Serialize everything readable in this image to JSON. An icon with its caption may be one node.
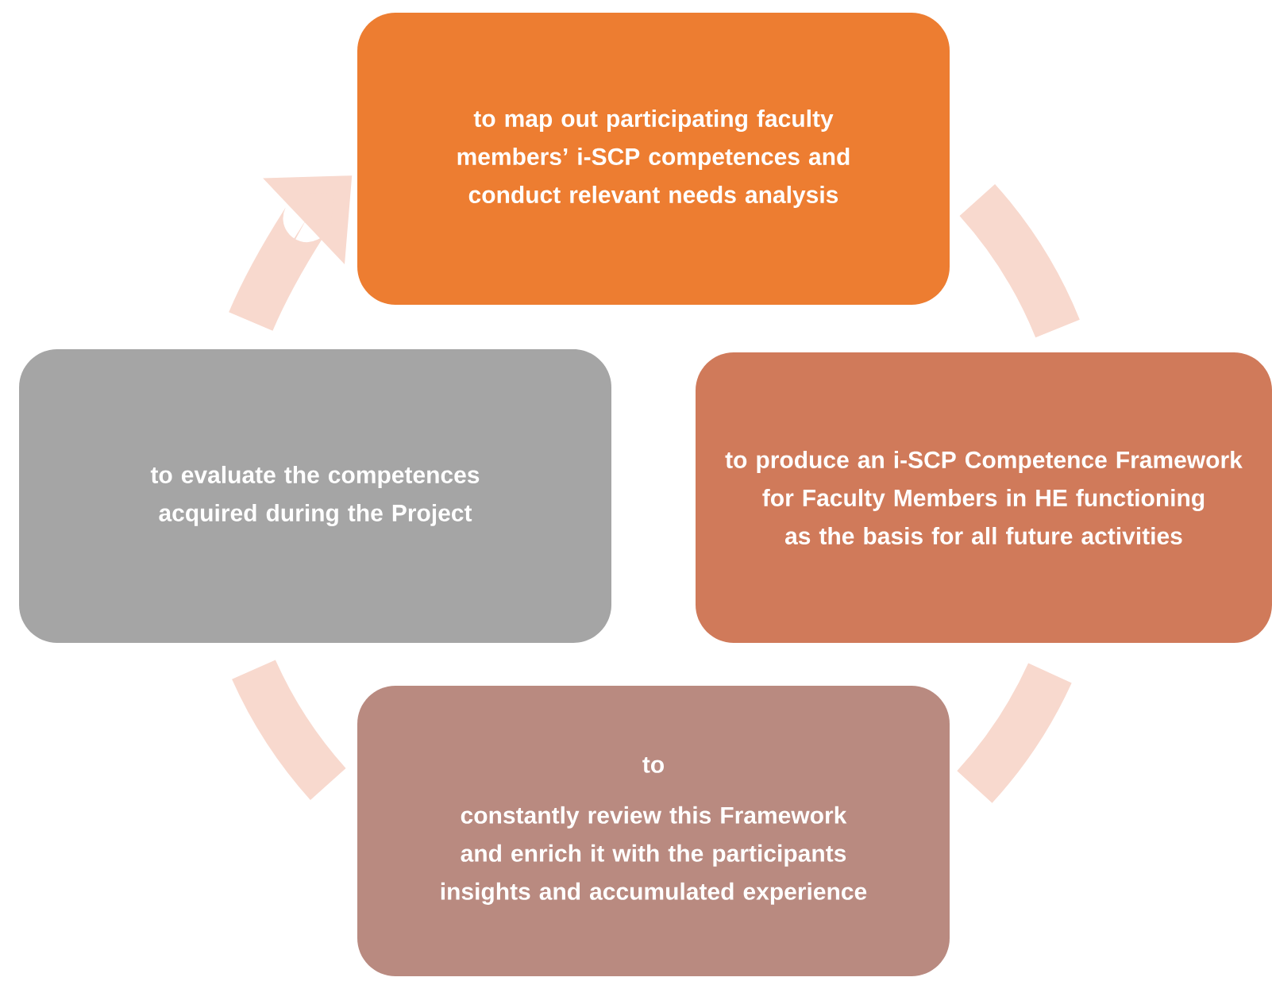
{
  "diagram": {
    "nodes": [
      {
        "text": [
          "to map out participating faculty members’ i-SCP competences and conduct relevant needs analysis"
        ]
      },
      {
        "text": [
          "to produce an i-SCP Competence Framework for Faculty Members in HE functioning as the basis for all future activities"
        ]
      },
      {
        "text": [
          "to",
          "constantly review this Framework and enrich it with the participants insights and accumulated experience"
        ]
      },
      {
        "text": [
          "to evaluate the competences acquired during the Project"
        ]
      }
    ],
    "edges": [
      {
        "from": 0,
        "to": 1,
        "arrow": "none"
      },
      {
        "from": 1,
        "to": 2,
        "arrow": "none"
      },
      {
        "from": 2,
        "to": 3,
        "arrow": "none"
      },
      {
        "from": 3,
        "to": 0,
        "arrow": "to"
      }
    ]
  }
}
